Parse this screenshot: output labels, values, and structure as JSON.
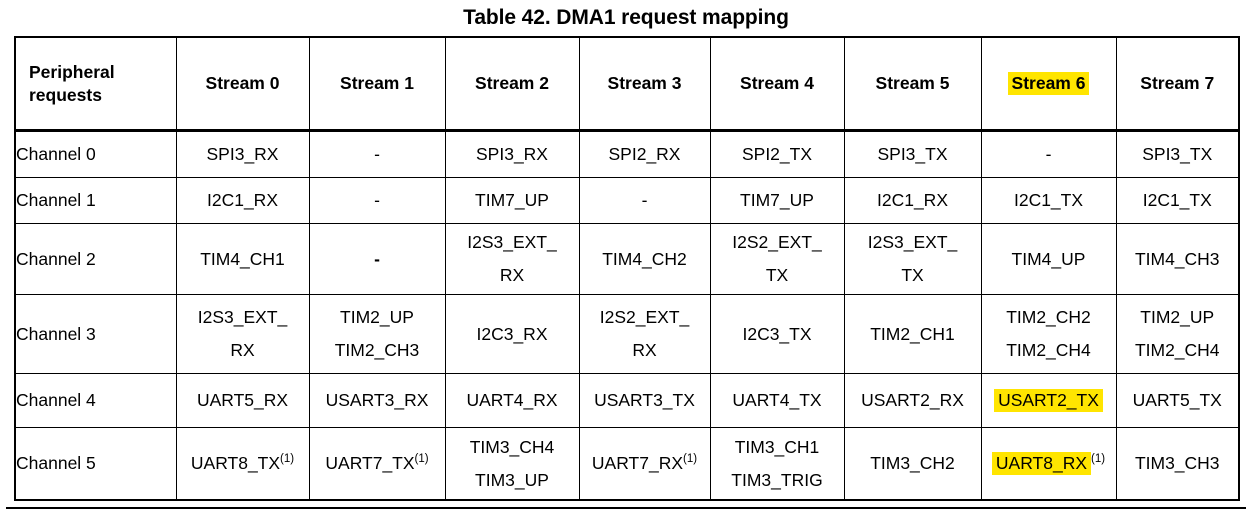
{
  "document": {
    "title": "Table 42. DMA1 request mapping"
  },
  "highlight_color": "#FFE500",
  "table": {
    "corner_header": "Peripheral requests",
    "column_headers": [
      {
        "label": "Stream 0",
        "highlighted": false
      },
      {
        "label": "Stream 1",
        "highlighted": false
      },
      {
        "label": "Stream 2",
        "highlighted": false
      },
      {
        "label": "Stream 3",
        "highlighted": false
      },
      {
        "label": "Stream 4",
        "highlighted": false
      },
      {
        "label": "Stream 5",
        "highlighted": false
      },
      {
        "label": "Stream 6",
        "highlighted": true
      },
      {
        "label": "Stream 7",
        "highlighted": false
      }
    ],
    "rows": [
      {
        "label": "Channel 0",
        "cells": [
          {
            "l1": "SPI3_RX"
          },
          {
            "l1": "-"
          },
          {
            "l1": "SPI3_RX"
          },
          {
            "l1": "SPI2_RX"
          },
          {
            "l1": "SPI2_TX"
          },
          {
            "l1": "SPI3_TX"
          },
          {
            "l1": "-"
          },
          {
            "l1": "SPI3_TX"
          }
        ]
      },
      {
        "label": "Channel 1",
        "cells": [
          {
            "l1": "I2C1_RX"
          },
          {
            "l1": "-"
          },
          {
            "l1": "TIM7_UP"
          },
          {
            "l1": "-"
          },
          {
            "l1": "TIM7_UP"
          },
          {
            "l1": "I2C1_RX"
          },
          {
            "l1": "I2C1_TX"
          },
          {
            "l1": "I2C1_TX"
          }
        ]
      },
      {
        "label": "Channel 2",
        "cells": [
          {
            "l1": "TIM4_CH1"
          },
          {
            "l1": "-"
          },
          {
            "l1": "I2S3_EXT_",
            "l2": "RX",
            "wrapped": true
          },
          {
            "l1": "TIM4_CH2"
          },
          {
            "l1": "I2S2_EXT_",
            "l2": "TX",
            "wrapped": true
          },
          {
            "l1": "I2S3_EXT_",
            "l2": "TX",
            "wrapped": true
          },
          {
            "l1": "TIM4_UP"
          },
          {
            "l1": "TIM4_CH3"
          }
        ]
      },
      {
        "label": "Channel 3",
        "cells": [
          {
            "l1": "I2S3_EXT_",
            "l2": "RX",
            "wrapped": true
          },
          {
            "l1": "TIM2_UP",
            "l2": "TIM2_CH3"
          },
          {
            "l1": "I2C3_RX"
          },
          {
            "l1": "I2S2_EXT_",
            "l2": "RX",
            "wrapped": true
          },
          {
            "l1": "I2C3_TX"
          },
          {
            "l1": "TIM2_CH1"
          },
          {
            "l1": "TIM2_CH2",
            "l2": "TIM2_CH4"
          },
          {
            "l1": "TIM2_UP",
            "l2": "TIM2_CH4"
          }
        ]
      },
      {
        "label": "Channel 4",
        "cells": [
          {
            "l1": "UART5_RX"
          },
          {
            "l1": "USART3_RX"
          },
          {
            "l1": "UART4_RX"
          },
          {
            "l1": "USART3_TX"
          },
          {
            "l1": "UART4_TX"
          },
          {
            "l1": "USART2_RX"
          },
          {
            "l1": "USART2_TX",
            "highlighted": true
          },
          {
            "l1": "UART5_TX"
          }
        ]
      },
      {
        "label": "Channel 5",
        "cells": [
          {
            "l1": "UART8_TX",
            "note": "(1)"
          },
          {
            "l1": "UART7_TX",
            "note": "(1)"
          },
          {
            "l1": "TIM3_CH4",
            "l2": "TIM3_UP"
          },
          {
            "l1": "UART7_RX",
            "note": "(1)"
          },
          {
            "l1": "TIM3_CH1",
            "l2": "TIM3_TRIG"
          },
          {
            "l1": "TIM3_CH2"
          },
          {
            "l1": "UART8_RX",
            "note": "(1)",
            "highlighted": true
          },
          {
            "l1": "TIM3_CH3"
          }
        ]
      }
    ]
  }
}
